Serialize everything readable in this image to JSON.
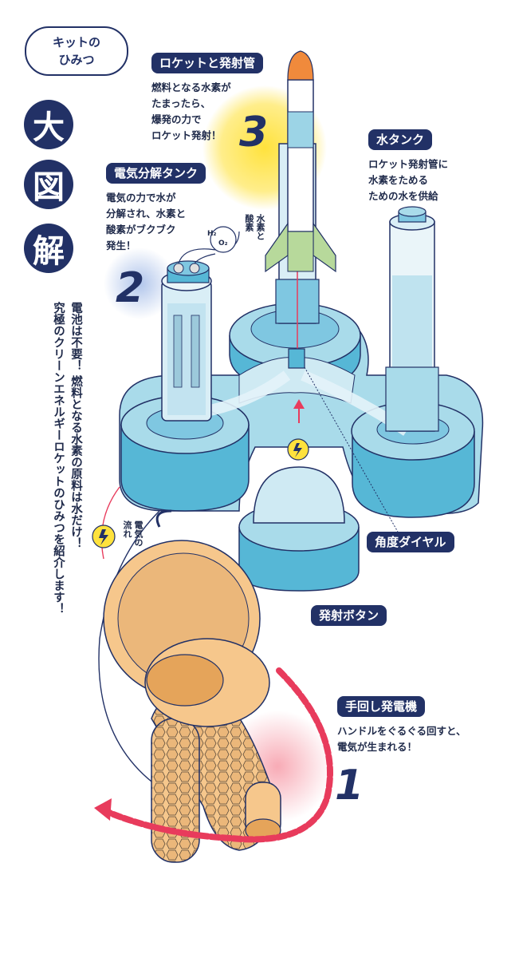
{
  "badge": {
    "line1": "キットの",
    "line2": "ひみつ"
  },
  "big_title": [
    "大",
    "図",
    "解"
  ],
  "intro": [
    "電池は不要！ 燃料となる水素の原料は水だけ！",
    "究極のクリーンエネルギーロケットのひみつを紹介します！"
  ],
  "callouts": {
    "rocket": {
      "number": "3",
      "title": "ロケットと発射管",
      "lines": [
        "燃料となる水素が",
        "たまったら、",
        "爆発の力で",
        "ロケット発射！"
      ]
    },
    "water_tank": {
      "title": "水タンク",
      "lines": [
        "ロケット発射管に",
        "水素をためる",
        "ための水を供給"
      ]
    },
    "electrolysis": {
      "number": "2",
      "title": "電気分解タンク",
      "lines": [
        "電気の力で水が",
        "分解され、水素と",
        "酸素がブクブク",
        "発生！"
      ]
    },
    "generator": {
      "number": "1",
      "title": "手回し発電機",
      "lines": [
        "ハンドルをぐるぐる回すと、",
        "電気が生まれる！"
      ]
    },
    "angle_dial": {
      "title": "角度ダイヤル"
    },
    "launch_button": {
      "title": "発射ボタン"
    }
  },
  "small_labels": {
    "hydrogen_oxygen": [
      "水素と",
      "酸素"
    ],
    "electric_flow": [
      "電気の",
      "流れ"
    ],
    "molecules": {
      "h2": "H₂",
      "o2": "O₂"
    }
  },
  "colors": {
    "navy": "#223166",
    "base_light": "#a9dbea",
    "base_mid": "#56b7d6",
    "base_dark": "#3a9cc4",
    "orange": "#f6c78c",
    "orange_dark": "#e5a45a",
    "rocket_tip": "#f08a3c",
    "fin_green": "#b7d99b",
    "flash_yellow": "#ffe23d",
    "arrow_red": "#e83b5c"
  },
  "icons": [
    "lightning-icon",
    "lightning-icon"
  ]
}
